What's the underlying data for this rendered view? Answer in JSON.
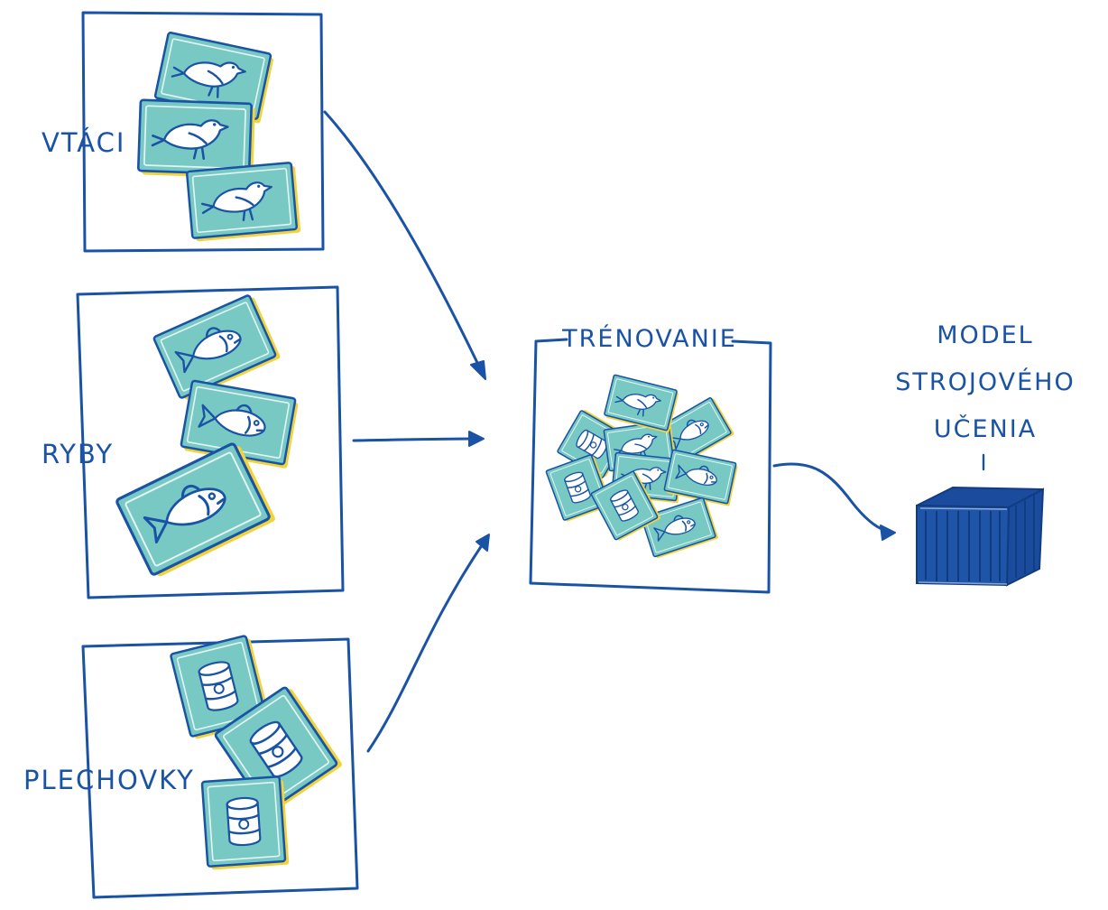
{
  "categories": [
    {
      "id": "birds",
      "label": "VTÁCI",
      "icon": "bird-icon"
    },
    {
      "id": "fish",
      "label": "RYBY",
      "icon": "fish-icon"
    },
    {
      "id": "cans",
      "label": "PLECHOVKY",
      "icon": "can-icon"
    }
  ],
  "training": {
    "label": "TRÉNOVANIE"
  },
  "model": {
    "label_lines": [
      "MODEL",
      "STROJOVÉHO",
      "UČENIA"
    ],
    "icon": "cube-icon"
  },
  "colors": {
    "ink": "#1a53a6",
    "card": "#78c9c3",
    "card_shadow": "#f2d43a",
    "background": "#ffffff"
  }
}
